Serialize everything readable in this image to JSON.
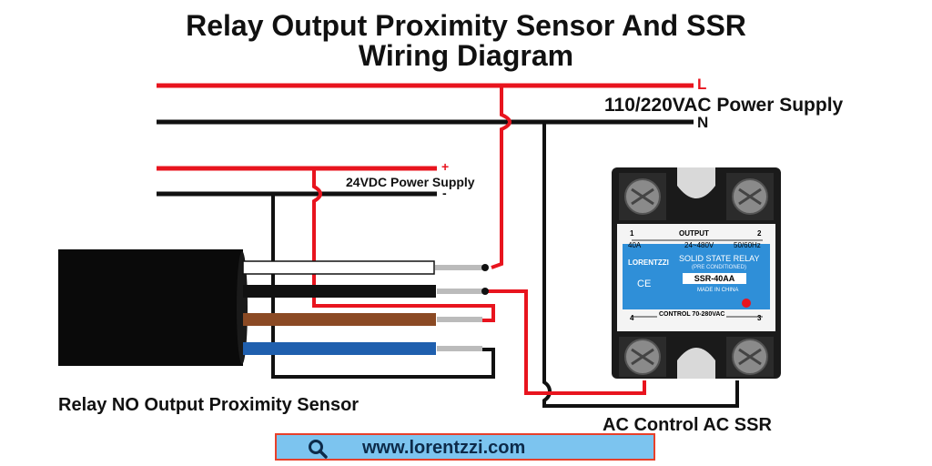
{
  "title_line1": "Relay Output Proximity Sensor And SSR",
  "title_line2": "Wiring Diagram",
  "ac_supply": {
    "label": "110/220VAC Power Supply",
    "line_label": "L",
    "neutral_label": "N"
  },
  "dc_supply": {
    "label": "24VDC Power Supply",
    "plus_label": "+",
    "minus_label": "-"
  },
  "sensor_label": "Relay NO Output Proximity Sensor",
  "ssr": {
    "caption": "AC Control AC SSR",
    "output_label": "OUTPUT",
    "terminal_1": "1",
    "terminal_2": "2",
    "terminal_3": "3",
    "terminal_4": "4",
    "rating_current": "40A",
    "rating_voltage": "24~480V",
    "rating_freq": "50/60Hz",
    "brand": "LORENTZZI",
    "type_label": "SOLID STATE RELAY",
    "type_sub": "(PRE CONDITIONED)",
    "model": "SSR-40AA",
    "ce_mark": "CE",
    "origin": "MADE IN CHINA",
    "control_label": "CONTROL 70-280VAC"
  },
  "website": "www.lorentzzi.com",
  "colors": {
    "red_wire": "#e8141e",
    "black_wire": "#111111",
    "brown_wire": "#8b4a24",
    "blue_wire": "#1f5fae",
    "ssr_blue": "#2f8fd8"
  },
  "icons": {
    "search": "search-icon"
  }
}
